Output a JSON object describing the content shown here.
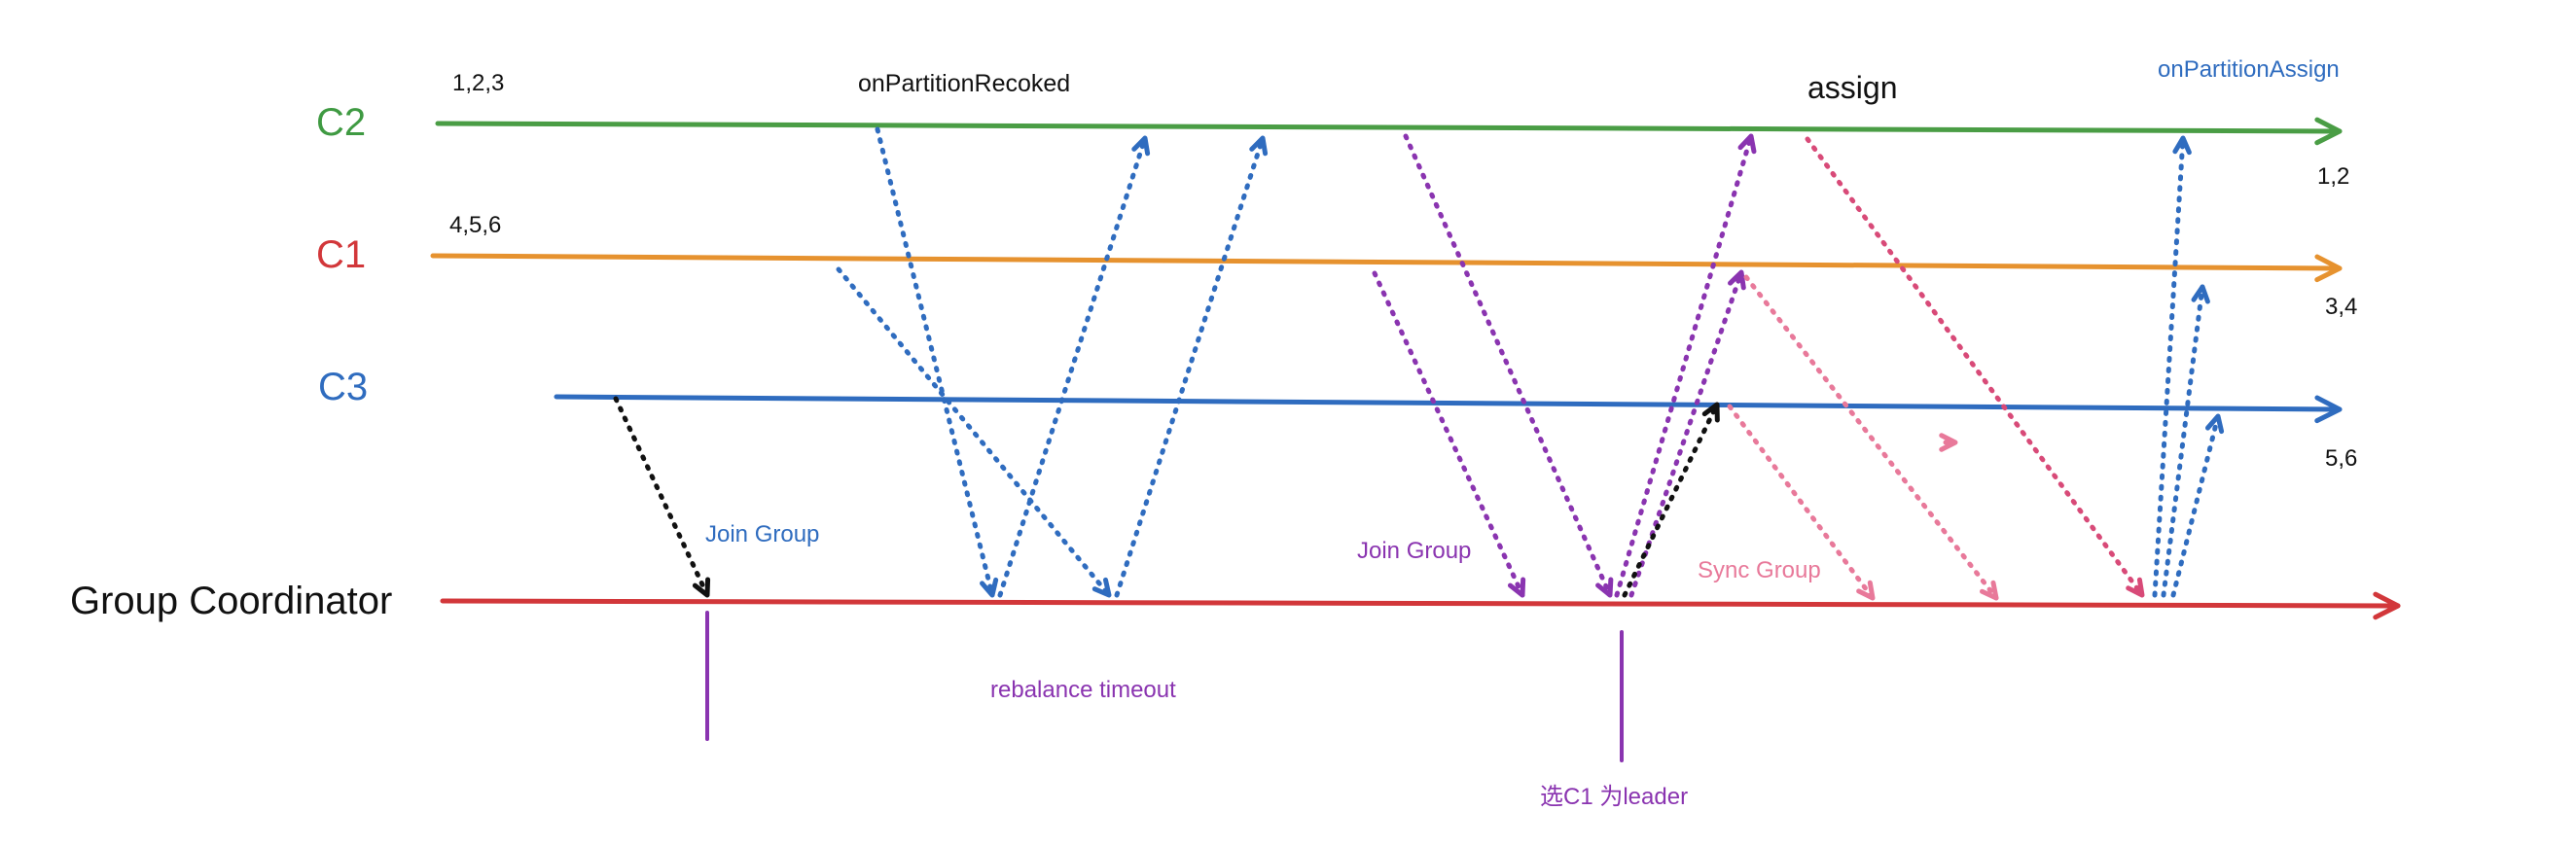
{
  "colors": {
    "c2": "#4a9d45",
    "c1": "#e6922f",
    "c3": "#2f6cbf",
    "coordinator": "#d2373a",
    "blue_msg": "#2f6cbf",
    "purple_msg": "#8a34b0",
    "pink_msg": "#e8799a",
    "pink_dark_msg": "#d84a78",
    "black_msg": "#111111"
  },
  "lanes": {
    "c2": "C2",
    "c1": "C1",
    "c3": "C3",
    "coordinator": "Group Coordinator"
  },
  "partitions": {
    "c2_before": "1,2,3",
    "c1_before": "4,5,6",
    "c2_after": "1,2",
    "c1_after": "3,4",
    "c3_after": "5,6"
  },
  "events": {
    "revoked": "onPartitionRecoked",
    "assign": "assign",
    "assigned": "onPartitionAssign",
    "join_group_1": "Join Group",
    "join_group_2": "Join Group",
    "sync_group": "Sync Group",
    "rebalance_timeout": "rebalance timeout",
    "leader": "选C1 为leader"
  }
}
